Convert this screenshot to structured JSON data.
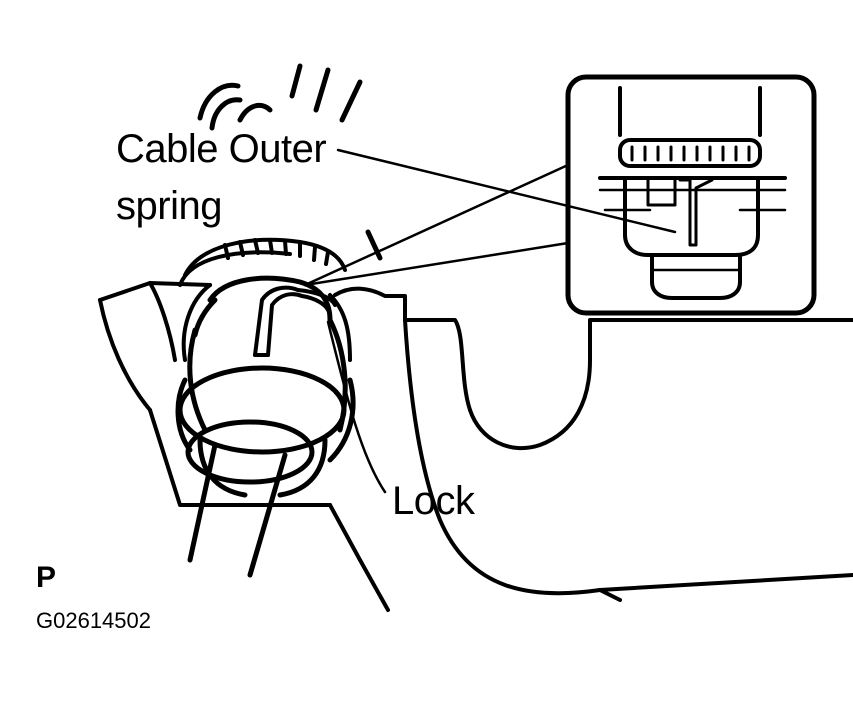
{
  "labels": {
    "cable_outer_line1": "Cable Outer",
    "cable_outer_line2": "spring",
    "lock": "Lock",
    "view_marker": "P",
    "figure_id": "G02614502"
  },
  "colors": {
    "ink": "#000000",
    "background": "#ffffff"
  }
}
